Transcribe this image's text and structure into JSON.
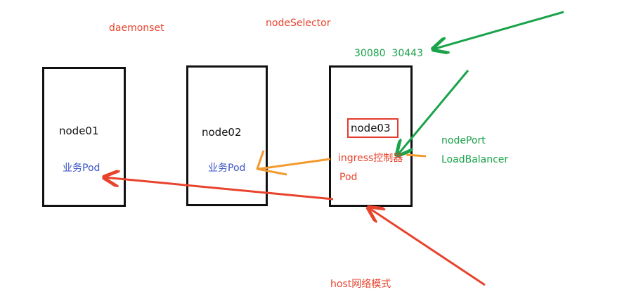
{
  "labels": {
    "daemonset": "daemonset",
    "nodeSelector": "nodeSelector",
    "ports": "30080  30443",
    "nodePort": "nodePort",
    "loadBalancer": "LoadBalancer",
    "hostNetwork": "host网络模式"
  },
  "nodes": [
    {
      "name": "node01",
      "pod": "业务Pod"
    },
    {
      "name": "node02",
      "pod": "业务Pod"
    },
    {
      "name": "node03",
      "pod_line1": "ingress控制器",
      "pod_line2": "Pod"
    }
  ],
  "colors": {
    "red": "#e8432d",
    "green": "#1aa34a",
    "orange": "#f39a2e",
    "blue": "#3b53c4"
  }
}
